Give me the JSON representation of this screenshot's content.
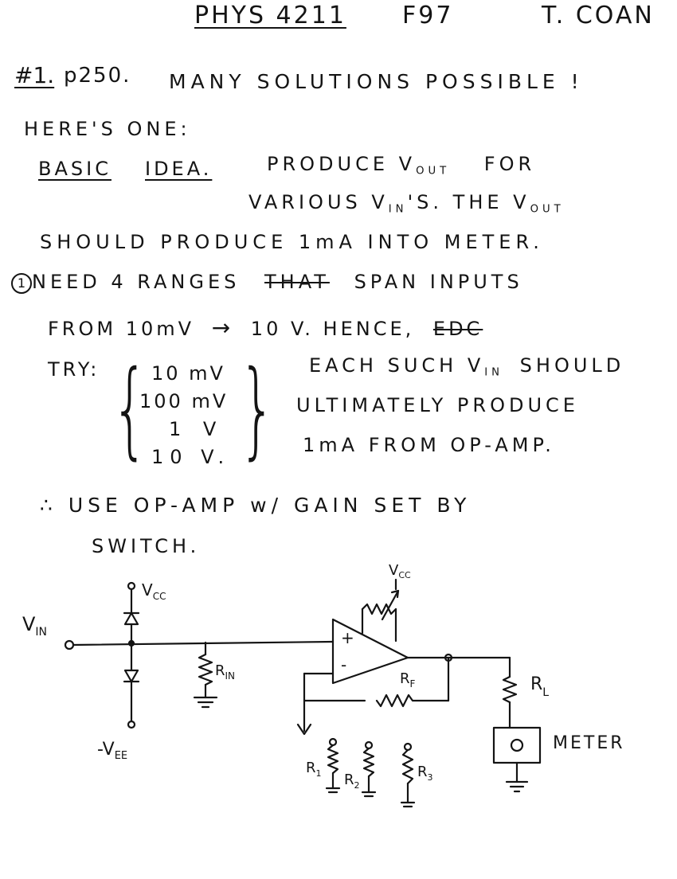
{
  "header": {
    "course": "PHYS 4211",
    "term": "F97",
    "author": "T. COAN"
  },
  "problem": {
    "number": "#1.",
    "page": "p250.",
    "intro": "MANY SOLUTIONS POSSIBLE !",
    "heres_one": "HERE'S ONE:",
    "basic_label": "BASIC",
    "idea_label": "IDEA.",
    "line1": "PRODUCE V",
    "line1_sub": "OUT",
    "line1_end": "FOR",
    "line2": "VARIOUS V",
    "line2_sub": "IN",
    "line2_mid": "'S. THE V",
    "line2_sub2": "OUT",
    "line3": "SHOULD PRODUCE 1mA INTO METER.",
    "step1_marker": "1",
    "step1_a": "NEED 4 RANGES",
    "step1_struck": "THAT",
    "step1_b": "SPAN INPUTS",
    "from_line": "FROM 10mV",
    "arrow": "→",
    "to_line": "10 V. HENCE,",
    "to_struck": "EDC",
    "try_label": "TRY:",
    "ranges": [
      "10 mV",
      "100 mV",
      "1 V",
      "10 V."
    ],
    "each_1": "EACH SUCH V",
    "each_1_sub": "IN",
    "each_1_end": "SHOULD",
    "each_2": "ULTIMATELY PRODUCE",
    "each_3": "1mA FROM OP-AMP.",
    "therefore": "∴ USE OP-AMP w/ GAIN SET BY",
    "switch": "SWITCH."
  },
  "circuit": {
    "vin": "V",
    "vin_sub": "IN",
    "vcc_left": "V",
    "vcc_left_sub": "CC",
    "vcc_top": "V",
    "vcc_top_sub": "CC",
    "vee": "-V",
    "vee_sub": "EE",
    "rin": "R",
    "rin_sub": "IN",
    "rf": "R",
    "rf_sub": "F",
    "rl": "R",
    "rl_sub": "L",
    "plus": "+",
    "minus": "-",
    "meter_label": "METER",
    "r1": "R",
    "r1_sub": "1",
    "r2": "R",
    "r2_sub": "2",
    "r3": "R",
    "r3_sub": "3"
  }
}
